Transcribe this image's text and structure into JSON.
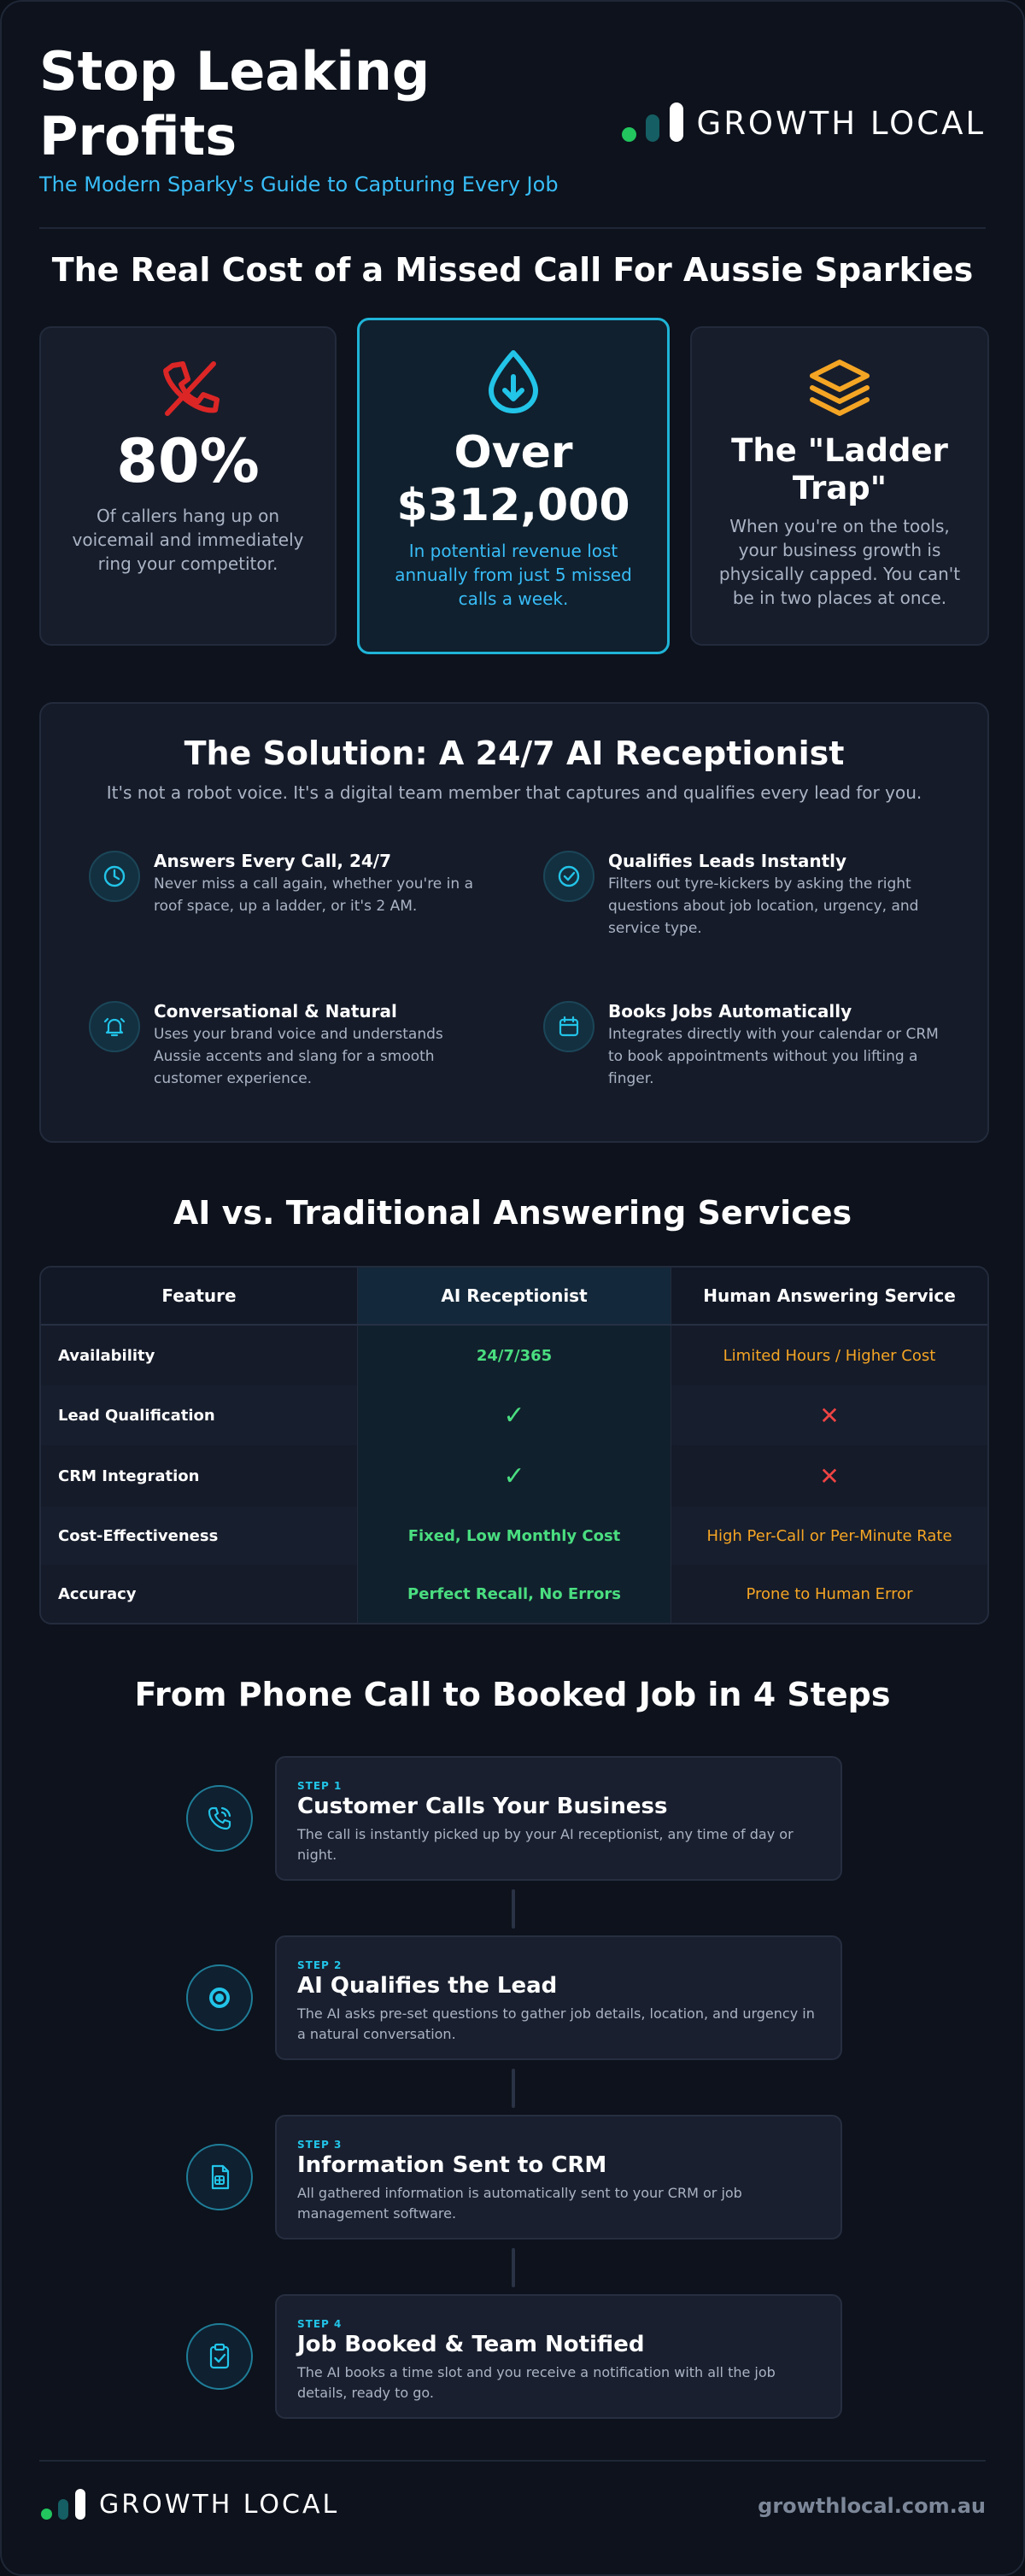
{
  "header": {
    "title": "Stop Leaking Profits",
    "subtitle": "The Modern Sparky's Guide to Capturing Every Job",
    "brand": "GROWTH LOCAL"
  },
  "cost_section": {
    "heading": "The Real Cost of a Missed Call For Aussie Sparkies",
    "cards": [
      {
        "icon": "missed-call-icon",
        "value": "80%",
        "text": "Of callers hang up on voicemail and immediately ring your competitor."
      },
      {
        "icon": "money-drop-icon",
        "value": "Over $312,000",
        "text": "In potential revenue lost annually from just 5 missed calls a week."
      },
      {
        "icon": "layers-icon",
        "value": "The \"Ladder Trap\"",
        "text": "When you're on the tools, your business growth is physically capped. You can't be in two places at once."
      }
    ]
  },
  "solution": {
    "heading": "The Solution: A 24/7 AI Receptionist",
    "subheading": "It's not a robot voice. It's a digital team member that captures and qualifies every lead for you.",
    "features": [
      {
        "icon": "clock-icon",
        "title": "Answers Every Call, 24/7",
        "text": "Never miss a call again, whether you're in a roof space, up a ladder, or it's 2 AM."
      },
      {
        "icon": "check-badge-icon",
        "title": "Qualifies Leads Instantly",
        "text": "Filters out tyre-kickers by asking the right questions about job location, urgency, and service type."
      },
      {
        "icon": "bell-icon",
        "title": "Conversational & Natural",
        "text": "Uses your brand voice and understands Aussie accents and slang for a smooth customer experience."
      },
      {
        "icon": "calendar-icon",
        "title": "Books Jobs Automatically",
        "text": "Integrates directly with your calendar or CRM to book appointments without you lifting a finger."
      }
    ]
  },
  "comparison": {
    "heading": "AI vs. Traditional Answering Services",
    "columns": [
      "Feature",
      "AI Receptionist",
      "Human Answering Service"
    ],
    "rows": [
      {
        "feature": "Availability",
        "ai": "24/7/365",
        "human": "Limited Hours / Higher Cost"
      },
      {
        "feature": "Lead Qualification",
        "ai": "✓",
        "human": "✕"
      },
      {
        "feature": "CRM Integration",
        "ai": "✓",
        "human": "✕"
      },
      {
        "feature": "Cost-Effectiveness",
        "ai": "Fixed, Low Monthly Cost",
        "human": "High Per-Call or Per-Minute Rate"
      },
      {
        "feature": "Accuracy",
        "ai": "Perfect Recall, No Errors",
        "human": "Prone to Human Error"
      }
    ]
  },
  "steps": {
    "heading": "From Phone Call to Booked Job in 4 Steps",
    "items": [
      {
        "icon": "phone-ringing-icon",
        "label": "STEP 1",
        "title": "Customer Calls Your Business",
        "text": "The call is instantly picked up by your AI receptionist, any time of day or night."
      },
      {
        "icon": "target-icon",
        "label": "STEP 2",
        "title": "AI Qualifies the Lead",
        "text": "The AI asks pre-set questions to gather job details, location, and urgency in a natural conversation."
      },
      {
        "icon": "document-icon",
        "label": "STEP 3",
        "title": "Information Sent to CRM",
        "text": "All gathered information is automatically sent to your CRM or job management software."
      },
      {
        "icon": "clipboard-check-icon",
        "label": "STEP 4",
        "title": "Job Booked & Team Notified",
        "text": "The AI books a time slot and you receive a notification with all the job details, ready to go."
      }
    ]
  },
  "footer": {
    "brand": "GROWTH LOCAL",
    "url": "growthlocal.com.au"
  },
  "colors": {
    "accent": "#22c4e8",
    "good": "#4ade80",
    "warn": "#f5a524",
    "bad": "#ef4444",
    "danger_icon": "#dc2626",
    "gold_icon": "#f5a524"
  }
}
